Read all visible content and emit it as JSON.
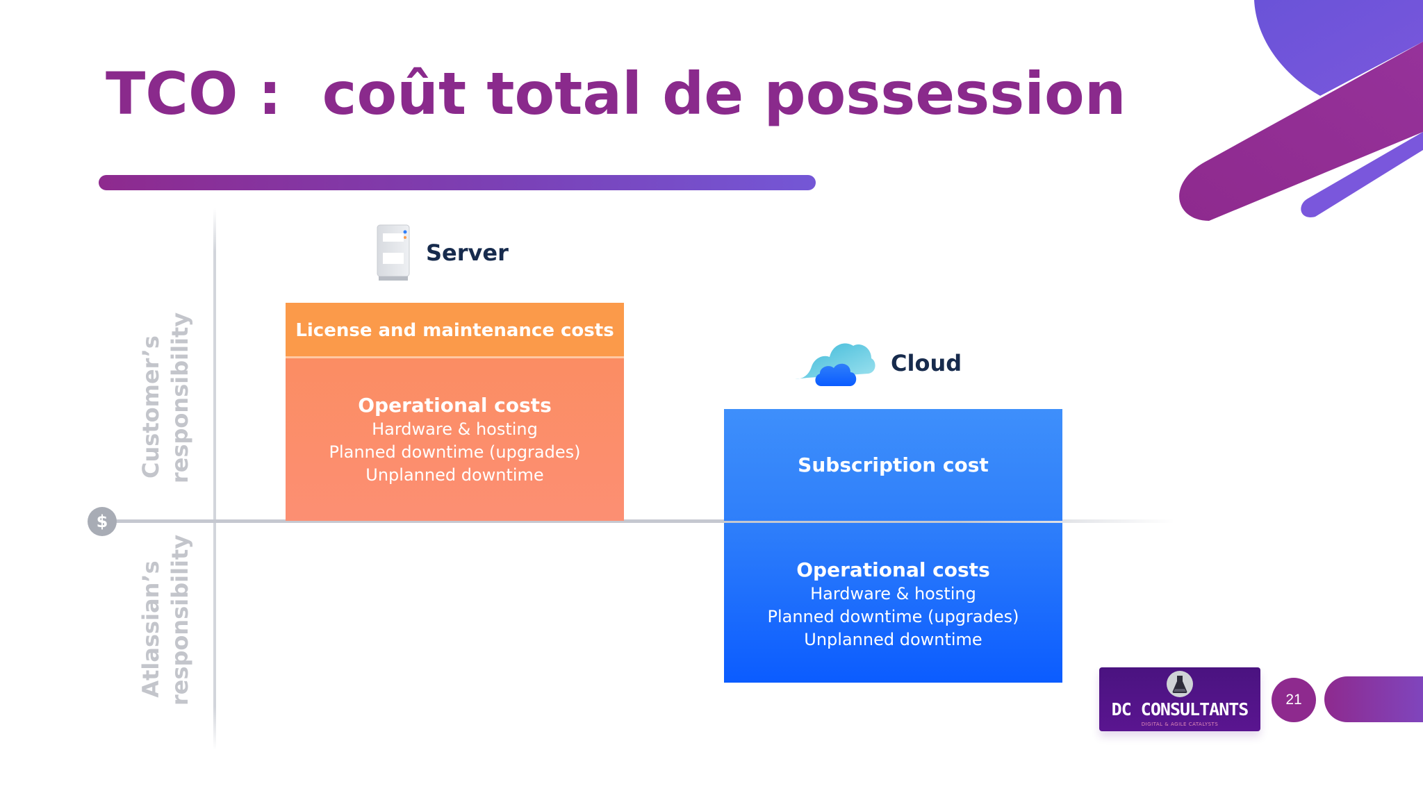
{
  "slide": {
    "title": "TCO :  coût total de possession",
    "page_number": "21"
  },
  "axis": {
    "customer_label_line1": "Customer’s",
    "customer_label_line2": "responsibility",
    "atlassian_label_line1": "Atlassian’s",
    "atlassian_label_line2": "responsibility",
    "dollar_symbol": "$"
  },
  "server": {
    "label": "Server",
    "icon": "server-icon",
    "license_box": "License and maintenance costs",
    "ops_title": "Operational costs",
    "ops_lines": [
      "Hardware & hosting",
      "Planned downtime (upgrades)",
      "Unplanned downtime"
    ],
    "colors": {
      "license": "#fb9a4a",
      "ops": "#fb8d63"
    }
  },
  "cloud": {
    "label": "Cloud",
    "icon": "cloud-icon",
    "subscription_box": "Subscription cost",
    "ops_title": "Operational costs",
    "ops_lines": [
      "Hardware & hosting",
      "Planned downtime (upgrades)",
      "Unplanned downtime"
    ],
    "colors": {
      "subscription": "#3e8ffb",
      "ops": "#0b5cff"
    }
  },
  "logo": {
    "name": "DC CONSULTANTS",
    "tagline": "DIGITAL & AGILE CATALYSTS",
    "icon": "flask-icon"
  },
  "colors": {
    "title": "#8a2a8c",
    "accent_purple": "#7457d6"
  }
}
